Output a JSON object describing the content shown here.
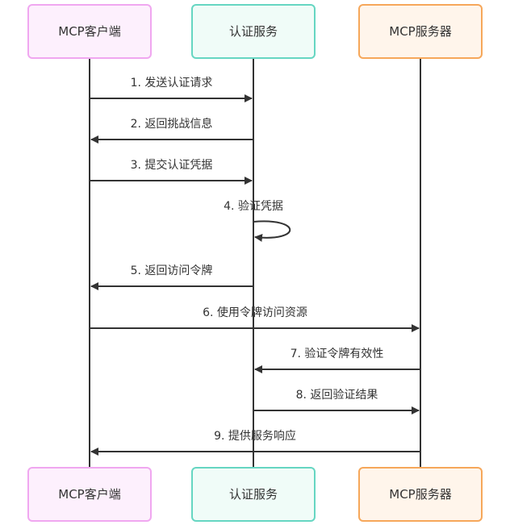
{
  "participants": [
    {
      "id": "client",
      "label": "MCP客户端",
      "fill": "#fdf0fd",
      "stroke": "#f0a7f0"
    },
    {
      "id": "auth",
      "label": "认证服务",
      "fill": "#f0fcf8",
      "stroke": "#66d6c2"
    },
    {
      "id": "server",
      "label": "MCP服务器",
      "fill": "#fff5eb",
      "stroke": "#f6a75a"
    }
  ],
  "messages": [
    {
      "from": "client",
      "to": "auth",
      "text": "1. 发送认证请求"
    },
    {
      "from": "auth",
      "to": "client",
      "text": "2. 返回挑战信息"
    },
    {
      "from": "client",
      "to": "auth",
      "text": "3. 提交认证凭据"
    },
    {
      "from": "auth",
      "to": "auth",
      "text": "4. 验证凭据"
    },
    {
      "from": "auth",
      "to": "client",
      "text": "5. 返回访问令牌"
    },
    {
      "from": "client",
      "to": "server",
      "text": "6. 使用令牌访问资源"
    },
    {
      "from": "server",
      "to": "auth",
      "text": "7. 验证令牌有效性"
    },
    {
      "from": "auth",
      "to": "server",
      "text": "8. 返回验证结果"
    },
    {
      "from": "server",
      "to": "client",
      "text": "9. 提供服务响应"
    }
  ],
  "colors": {
    "line": "#333333",
    "text": "#333333"
  }
}
